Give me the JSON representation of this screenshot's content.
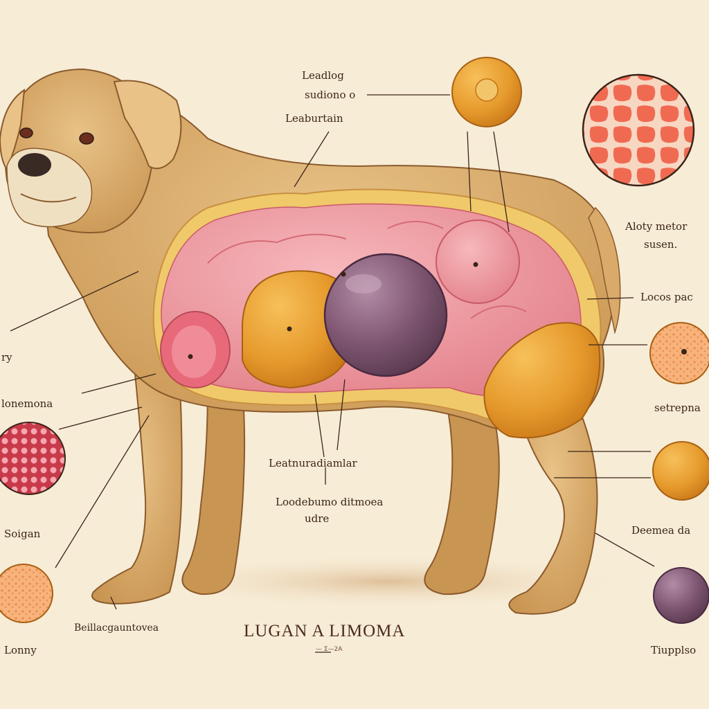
{
  "title": "LUGAN A LIMOMA",
  "subtitle": "— Σ—2A",
  "labels": {
    "leadlog": "Leadlog",
    "sudiono": "sudiono o",
    "leaburtain": "Leaburtain",
    "aloty_metor": "Aloty metor",
    "susen": "susen.",
    "locos_pac": "Locos pac",
    "setrepna": "setrepna",
    "deemea_da": "Deemea da",
    "tiupplso": "Tiupplso",
    "ry": "ry",
    "lonemona": "lonemona",
    "soigan": "Soigan",
    "lonny": "Lonny",
    "beillac": "Beillacgauntovea",
    "leatnuradiamlar": "Leatnuradiamlar",
    "lodebumo": "Loodebumo ditmoea",
    "udre": "udre"
  },
  "colors": {
    "background": "#f7ecd6",
    "fur": "#d9aa6a",
    "fur_shadow": "#b8864a",
    "tissue_pink": "#e98a92",
    "tissue_pink_light": "#f2a8ae",
    "fat_orange": "#e69a2c",
    "tumor_purple": "#7d5570",
    "cell_red": "#f2715a",
    "ink": "#3a2418"
  }
}
